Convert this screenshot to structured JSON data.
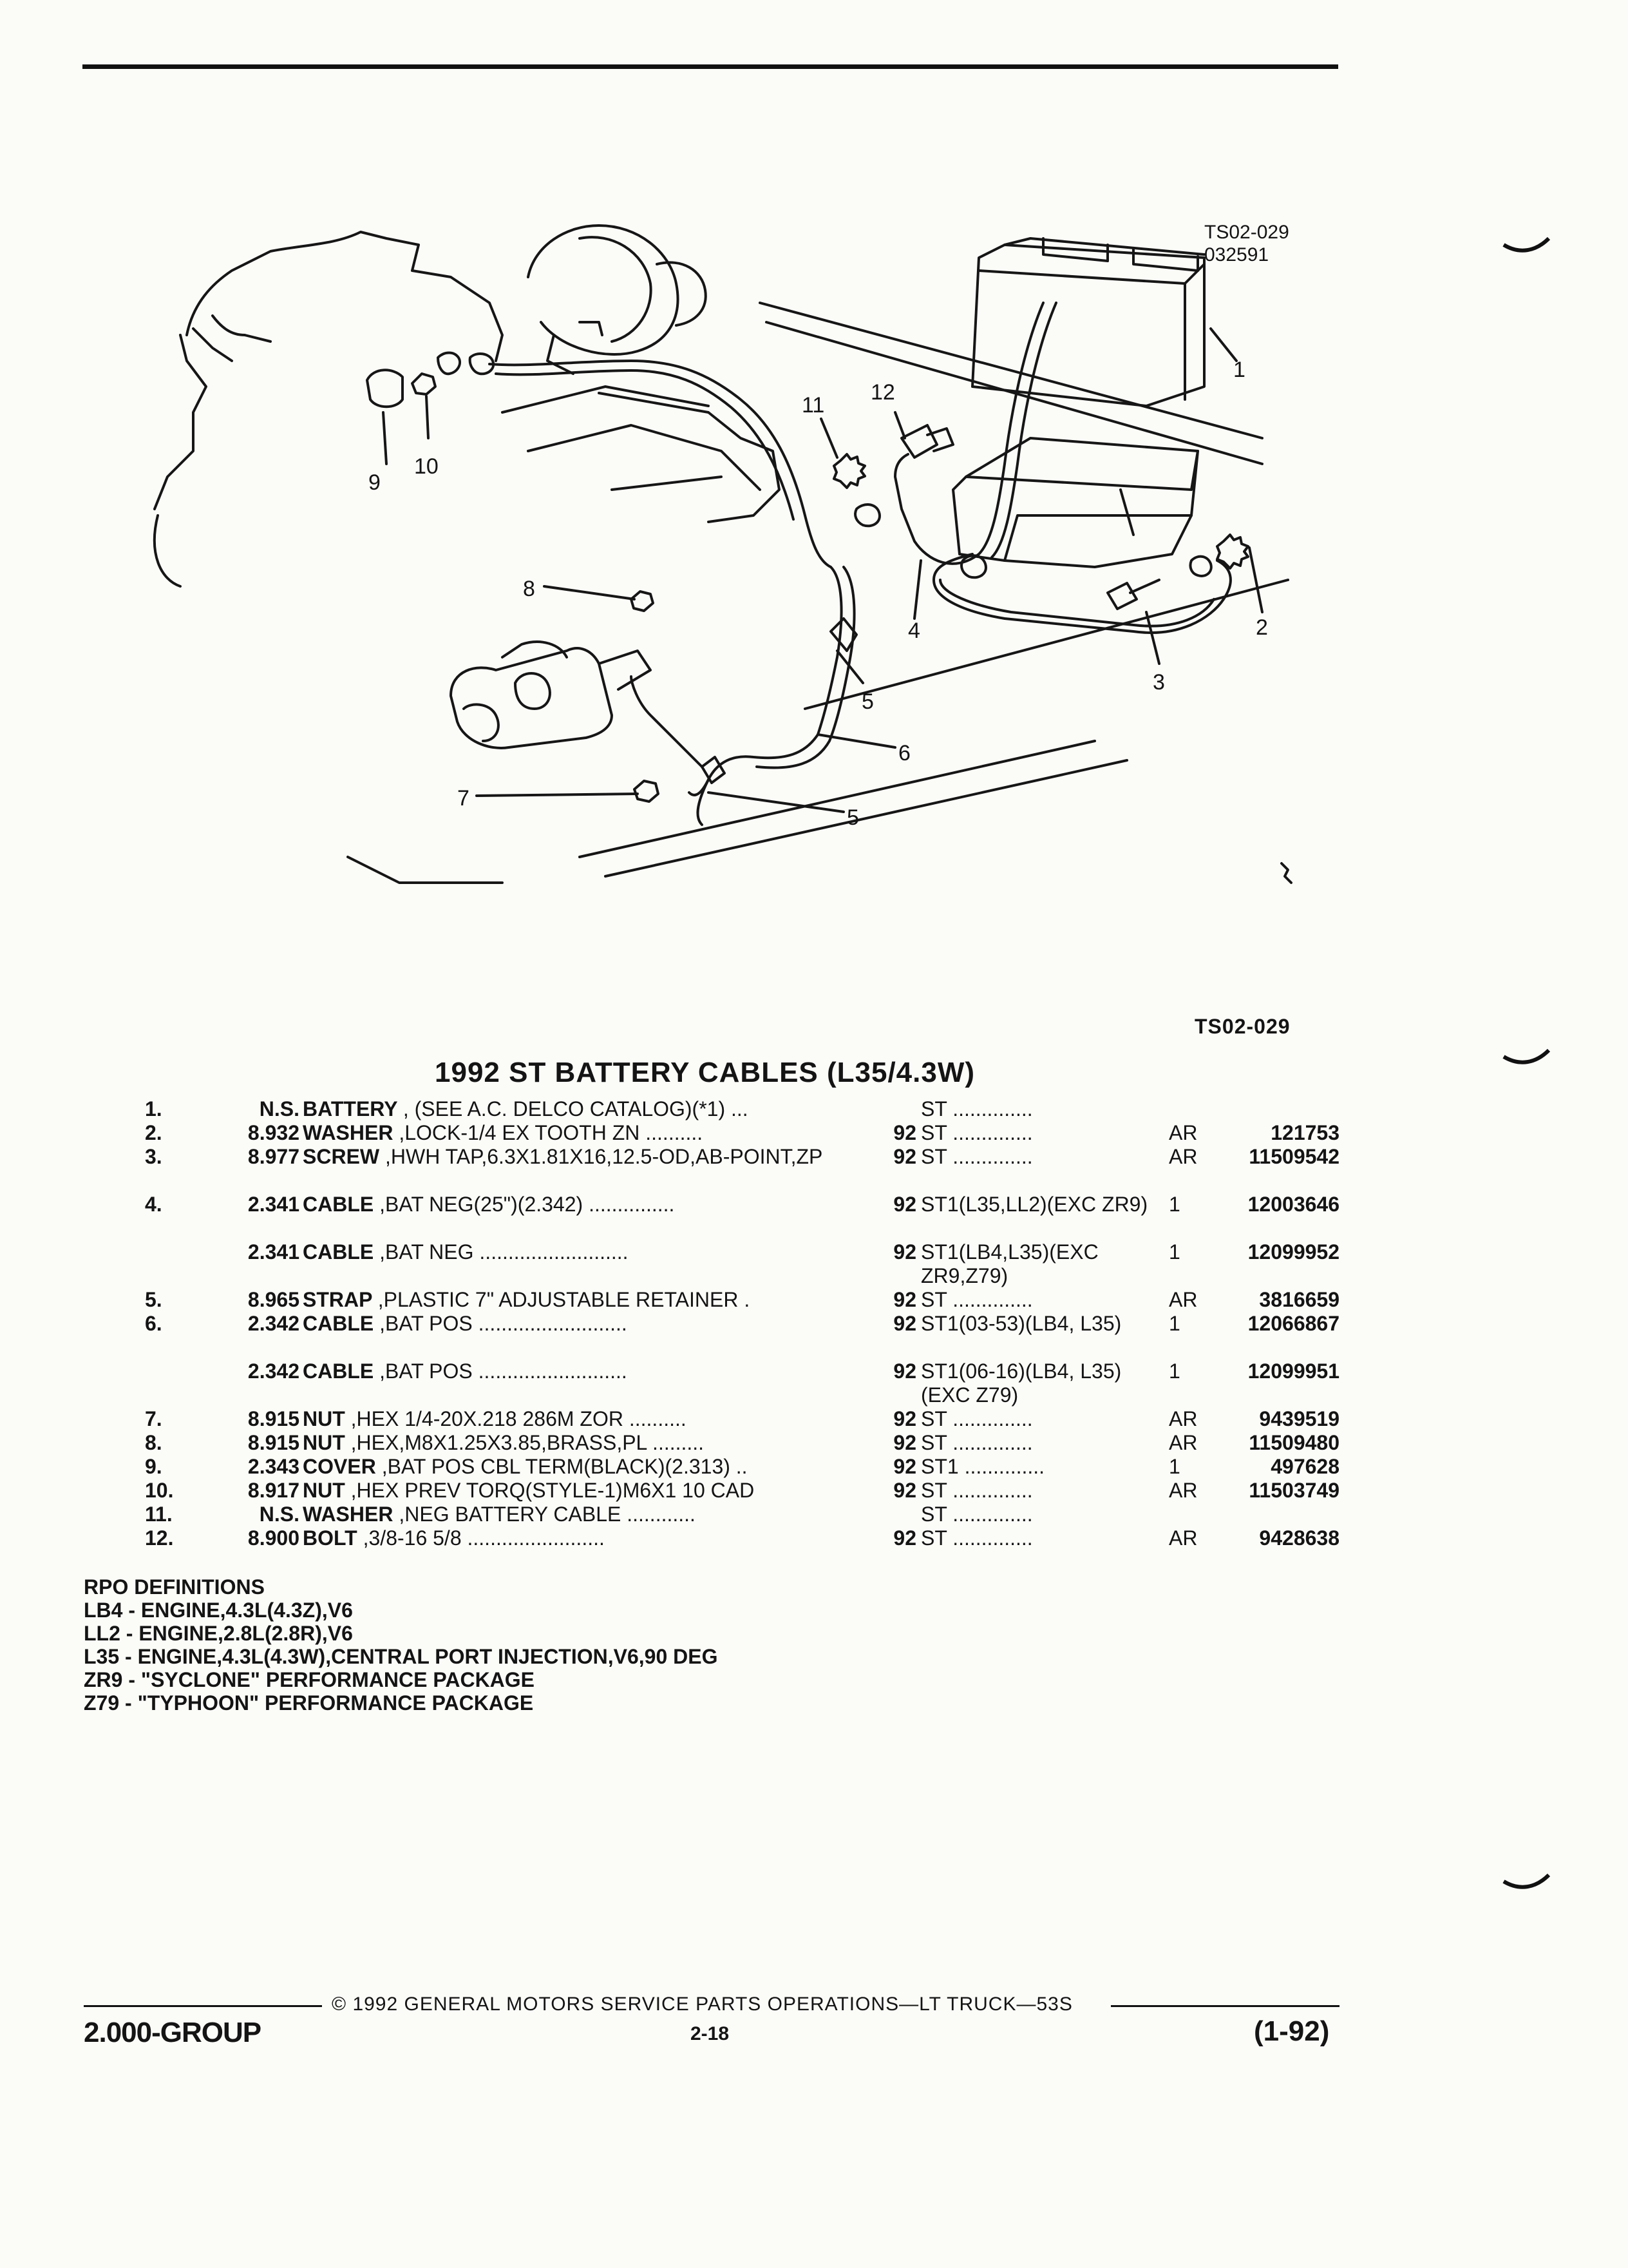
{
  "figure": {
    "ref_code": "TS02-029",
    "ref_date": "032591",
    "ref_code_bottom": "TS02-029",
    "callouts": [
      "1",
      "2",
      "3",
      "4",
      "5",
      "5",
      "6",
      "7",
      "8",
      "9",
      "10",
      "11",
      "12"
    ]
  },
  "section_title": "1992 ST BATTERY CABLES (L35/4.3W)",
  "parts": [
    {
      "num": "1.",
      "group": "N.S.",
      "name": "BATTERY",
      "desc": ", (SEE A.C. DELCO CATALOG)(*1) ...",
      "year": "",
      "usage": "ST ..............",
      "qty": "",
      "part": ""
    },
    {
      "num": "2.",
      "group": "8.932",
      "name": "WASHER",
      "desc": ",LOCK-1/4 EX TOOTH ZN ..........",
      "year": "92",
      "usage": "ST ..............",
      "qty": "AR",
      "part": "121753"
    },
    {
      "num": "3.",
      "group": "8.977",
      "name": "SCREW",
      "desc": ",HWH TAP,6.3X1.81X16,12.5-OD,AB-POINT,ZP",
      "year": "92",
      "usage": "ST ..............",
      "qty": "AR",
      "part": "11509542"
    },
    {
      "num": "4.",
      "group": "2.341",
      "name": "CABLE",
      "desc": ",BAT NEG(25\")(2.342) ...............",
      "year": "92",
      "usage": "ST1(L35,LL2)(EXC ZR9)",
      "qty": "1",
      "part": "12003646"
    },
    {
      "num": "",
      "group": "2.341",
      "name": "CABLE",
      "desc": ",BAT NEG ..........................",
      "year": "92",
      "usage": "ST1(LB4,L35)(EXC ZR9,Z79)",
      "qty": "1",
      "part": "12099952"
    },
    {
      "num": "5.",
      "group": "8.965",
      "name": "STRAP",
      "desc": ",PLASTIC 7\" ADJUSTABLE RETAINER .",
      "year": "92",
      "usage": "ST ..............",
      "qty": "AR",
      "part": "3816659"
    },
    {
      "num": "6.",
      "group": "2.342",
      "name": "CABLE",
      "desc": ",BAT POS ..........................",
      "year": "92",
      "usage": "ST1(03-53)(LB4, L35)",
      "qty": "1",
      "part": "12066867"
    },
    {
      "num": "",
      "group": "2.342",
      "name": "CABLE",
      "desc": ",BAT POS ..........................",
      "year": "92",
      "usage": "ST1(06-16)(LB4, L35)(EXC Z79)",
      "qty": "1",
      "part": "12099951"
    },
    {
      "num": "7.",
      "group": "8.915",
      "name": "NUT",
      "desc": ",HEX 1/4-20X.218 286M ZOR ..........",
      "year": "92",
      "usage": "ST ..............",
      "qty": "AR",
      "part": "9439519"
    },
    {
      "num": "8.",
      "group": "8.915",
      "name": "NUT",
      "desc": ",HEX,M8X1.25X3.85,BRASS,PL .........",
      "year": "92",
      "usage": "ST ..............",
      "qty": "AR",
      "part": "11509480"
    },
    {
      "num": "9.",
      "group": "2.343",
      "name": "COVER",
      "desc": ",BAT POS CBL TERM(BLACK)(2.313) ..",
      "year": "92",
      "usage": "ST1 ..............",
      "qty": "1",
      "part": "497628"
    },
    {
      "num": "10.",
      "group": "8.917",
      "name": "NUT",
      "desc": ",HEX PREV TORQ(STYLE-1)M6X1 10 CAD",
      "year": "92",
      "usage": "ST ..............",
      "qty": "AR",
      "part": "11503749"
    },
    {
      "num": "11.",
      "group": "N.S.",
      "name": "WASHER",
      "desc": ",NEG BATTERY CABLE ............",
      "year": "",
      "usage": "ST ..............",
      "qty": "",
      "part": ""
    },
    {
      "num": "12.",
      "group": "8.900",
      "name": "BOLT",
      "desc": ",3/8-16 5/8 ........................",
      "year": "92",
      "usage": "ST ..............",
      "qty": "AR",
      "part": "9428638"
    }
  ],
  "rpo": {
    "title": "RPO DEFINITIONS",
    "lines": [
      "LB4 - ENGINE,4.3L(4.3Z),V6",
      "LL2 - ENGINE,2.8L(2.8R),V6",
      "L35 - ENGINE,4.3L(4.3W),CENTRAL PORT INJECTION,V6,90 DEG",
      "ZR9 - \"SYCLONE\" PERFORMANCE PACKAGE",
      "Z79 - \"TYPHOON\" PERFORMANCE PACKAGE"
    ]
  },
  "footer": {
    "copyright": "© 1992 GENERAL MOTORS SERVICE PARTS OPERATIONS—LT TRUCK—53S",
    "group": "2.000-GROUP",
    "page": "2-18",
    "date_code": "(1-92)"
  }
}
